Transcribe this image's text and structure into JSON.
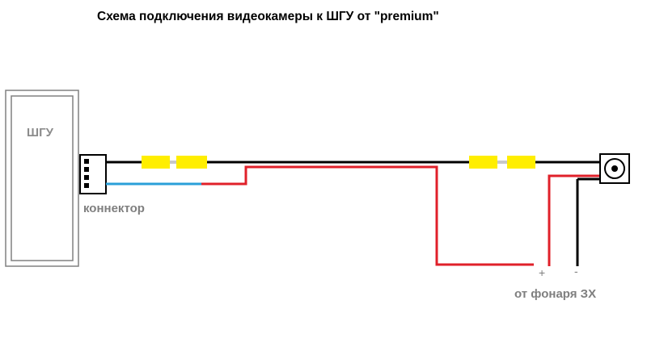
{
  "title": "Схема подключения видеокамеры к ШГУ от \"premium\"",
  "head_unit": {
    "label": "ШГУ"
  },
  "connector": {
    "label": "коннектор"
  },
  "lamp": {
    "plus": "+",
    "minus": "-",
    "label": "от фонаря ЗХ"
  },
  "colors": {
    "wire_black": "#000000",
    "wire_red": "#e0202a",
    "wire_blue": "#2a9fd8",
    "rca_plug": "#ffee00",
    "outline": "#808080"
  },
  "icons": [
    "head-unit-box",
    "connector-pins-icon",
    "rca-plug-icon",
    "camera-lens-icon"
  ]
}
